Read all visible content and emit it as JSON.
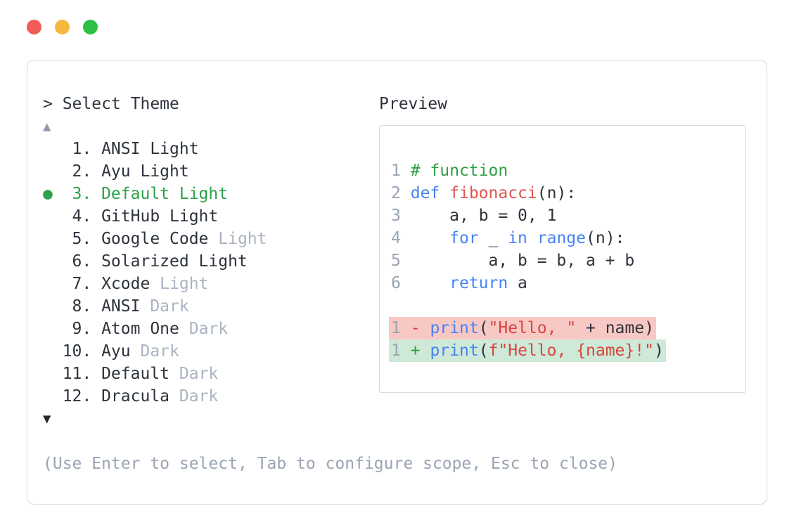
{
  "window": {
    "controls": [
      {
        "name": "close",
        "color": "#f15c55"
      },
      {
        "name": "minimize",
        "color": "#f5b83d"
      },
      {
        "name": "maximize",
        "color": "#2cc144"
      }
    ]
  },
  "palette": {
    "text_dark": "#2d333c",
    "text_muted": "#a9b3c2",
    "accent_green": "#2ca24c",
    "scroll_up": "#8e99ad",
    "border": "#d6dae1",
    "linenum_gray": "#9aa4b3",
    "keyword_blue": "#4583f2",
    "func_red": "#e15450",
    "string_red": "#d7453e",
    "comment_green": "#2f9e44",
    "minus_red": "#d13a2e",
    "plus_green": "#2f9e44",
    "removed_bg": "#f8c8c5",
    "added_bg": "#cee9d7",
    "hint_gray": "#9aa4b3"
  },
  "selector": {
    "prompt": "> Select Theme",
    "scroll_up": "▲",
    "scroll_down": "▼",
    "hint": "(Use Enter to select, Tab to configure scope, Esc to close)",
    "selected_index": 2,
    "items": [
      {
        "name": "ANSI Light",
        "selected": false,
        "segments": [
          {
            "c": "dark",
            "t": "   1. ANSI Light"
          }
        ]
      },
      {
        "name": "Ayu Light",
        "selected": false,
        "segments": [
          {
            "c": "dark",
            "t": "   2. Ayu Light"
          }
        ]
      },
      {
        "name": "Default Light",
        "selected": true,
        "segments": [
          {
            "c": "green",
            "t": "●  3. Default Light"
          }
        ]
      },
      {
        "name": "GitHub Light",
        "selected": false,
        "segments": [
          {
            "c": "dark",
            "t": "   4. GitHub Light"
          }
        ]
      },
      {
        "name": "Google Code Light",
        "selected": false,
        "segments": [
          {
            "c": "dark",
            "t": "   5. Google Code "
          },
          {
            "c": "muted",
            "t": "Light"
          }
        ]
      },
      {
        "name": "Solarized Light",
        "selected": false,
        "segments": [
          {
            "c": "dark",
            "t": "   6. Solarized Light"
          }
        ]
      },
      {
        "name": "Xcode Light",
        "selected": false,
        "segments": [
          {
            "c": "dark",
            "t": "   7. Xcode "
          },
          {
            "c": "muted",
            "t": "Light"
          }
        ]
      },
      {
        "name": "ANSI Dark",
        "selected": false,
        "segments": [
          {
            "c": "dark",
            "t": "   8. ANSI "
          },
          {
            "c": "muted",
            "t": "Dark"
          }
        ]
      },
      {
        "name": "Atom One Dark",
        "selected": false,
        "segments": [
          {
            "c": "dark",
            "t": "   9. Atom One "
          },
          {
            "c": "muted",
            "t": "Dark"
          }
        ]
      },
      {
        "name": "Ayu Dark",
        "selected": false,
        "segments": [
          {
            "c": "dark",
            "t": "  10. Ayu "
          },
          {
            "c": "muted",
            "t": "Dark"
          }
        ]
      },
      {
        "name": "Default Dark",
        "selected": false,
        "segments": [
          {
            "c": "dark",
            "t": "  11. Default "
          },
          {
            "c": "muted",
            "t": "Dark"
          }
        ]
      },
      {
        "name": "Dracula Dark",
        "selected": false,
        "segments": [
          {
            "c": "dark",
            "t": "  12. Dracula "
          },
          {
            "c": "muted",
            "t": "Dark"
          }
        ]
      }
    ]
  },
  "preview": {
    "label": "Preview",
    "code_lines": [
      {
        "diff": null,
        "segments": [
          {
            "c": "ln",
            "t": "1"
          },
          {
            "c": "plain",
            "t": " "
          },
          {
            "c": "comment",
            "t": "# function"
          }
        ]
      },
      {
        "diff": null,
        "segments": [
          {
            "c": "ln",
            "t": "2"
          },
          {
            "c": "plain",
            "t": " "
          },
          {
            "c": "kw",
            "t": "def"
          },
          {
            "c": "plain",
            "t": " "
          },
          {
            "c": "fn",
            "t": "fibonacci"
          },
          {
            "c": "plain",
            "t": "(n):"
          }
        ]
      },
      {
        "diff": null,
        "segments": [
          {
            "c": "ln",
            "t": "3"
          },
          {
            "c": "plain",
            "t": "     a, b = 0, 1"
          }
        ]
      },
      {
        "diff": null,
        "segments": [
          {
            "c": "ln",
            "t": "4"
          },
          {
            "c": "plain",
            "t": "     "
          },
          {
            "c": "kw",
            "t": "for"
          },
          {
            "c": "plain",
            "t": " _ "
          },
          {
            "c": "kw",
            "t": "in"
          },
          {
            "c": "plain",
            "t": " "
          },
          {
            "c": "kw",
            "t": "range"
          },
          {
            "c": "plain",
            "t": "(n):"
          }
        ]
      },
      {
        "diff": null,
        "segments": [
          {
            "c": "ln",
            "t": "5"
          },
          {
            "c": "plain",
            "t": "         a, b = b, a + b"
          }
        ]
      },
      {
        "diff": null,
        "segments": [
          {
            "c": "ln",
            "t": "6"
          },
          {
            "c": "plain",
            "t": "     "
          },
          {
            "c": "kw",
            "t": "return"
          },
          {
            "c": "plain",
            "t": " a"
          }
        ]
      },
      {
        "diff": null,
        "segments": []
      },
      {
        "diff": "removed",
        "segments": [
          {
            "c": "ln",
            "t": "1"
          },
          {
            "c": "plain",
            "t": " "
          },
          {
            "c": "minus",
            "t": "-"
          },
          {
            "c": "plain",
            "t": " "
          },
          {
            "c": "kw",
            "t": "print"
          },
          {
            "c": "plain",
            "t": "("
          },
          {
            "c": "str",
            "t": "\"Hello, \""
          },
          {
            "c": "plain",
            "t": " + name)"
          }
        ]
      },
      {
        "diff": "added",
        "segments": [
          {
            "c": "ln",
            "t": "1"
          },
          {
            "c": "plain",
            "t": " "
          },
          {
            "c": "plus",
            "t": "+"
          },
          {
            "c": "plain",
            "t": " "
          },
          {
            "c": "kw",
            "t": "print"
          },
          {
            "c": "plain",
            "t": "("
          },
          {
            "c": "str",
            "t": "f\"Hello, {name}!\""
          },
          {
            "c": "plain",
            "t": ")"
          }
        ]
      }
    ]
  }
}
